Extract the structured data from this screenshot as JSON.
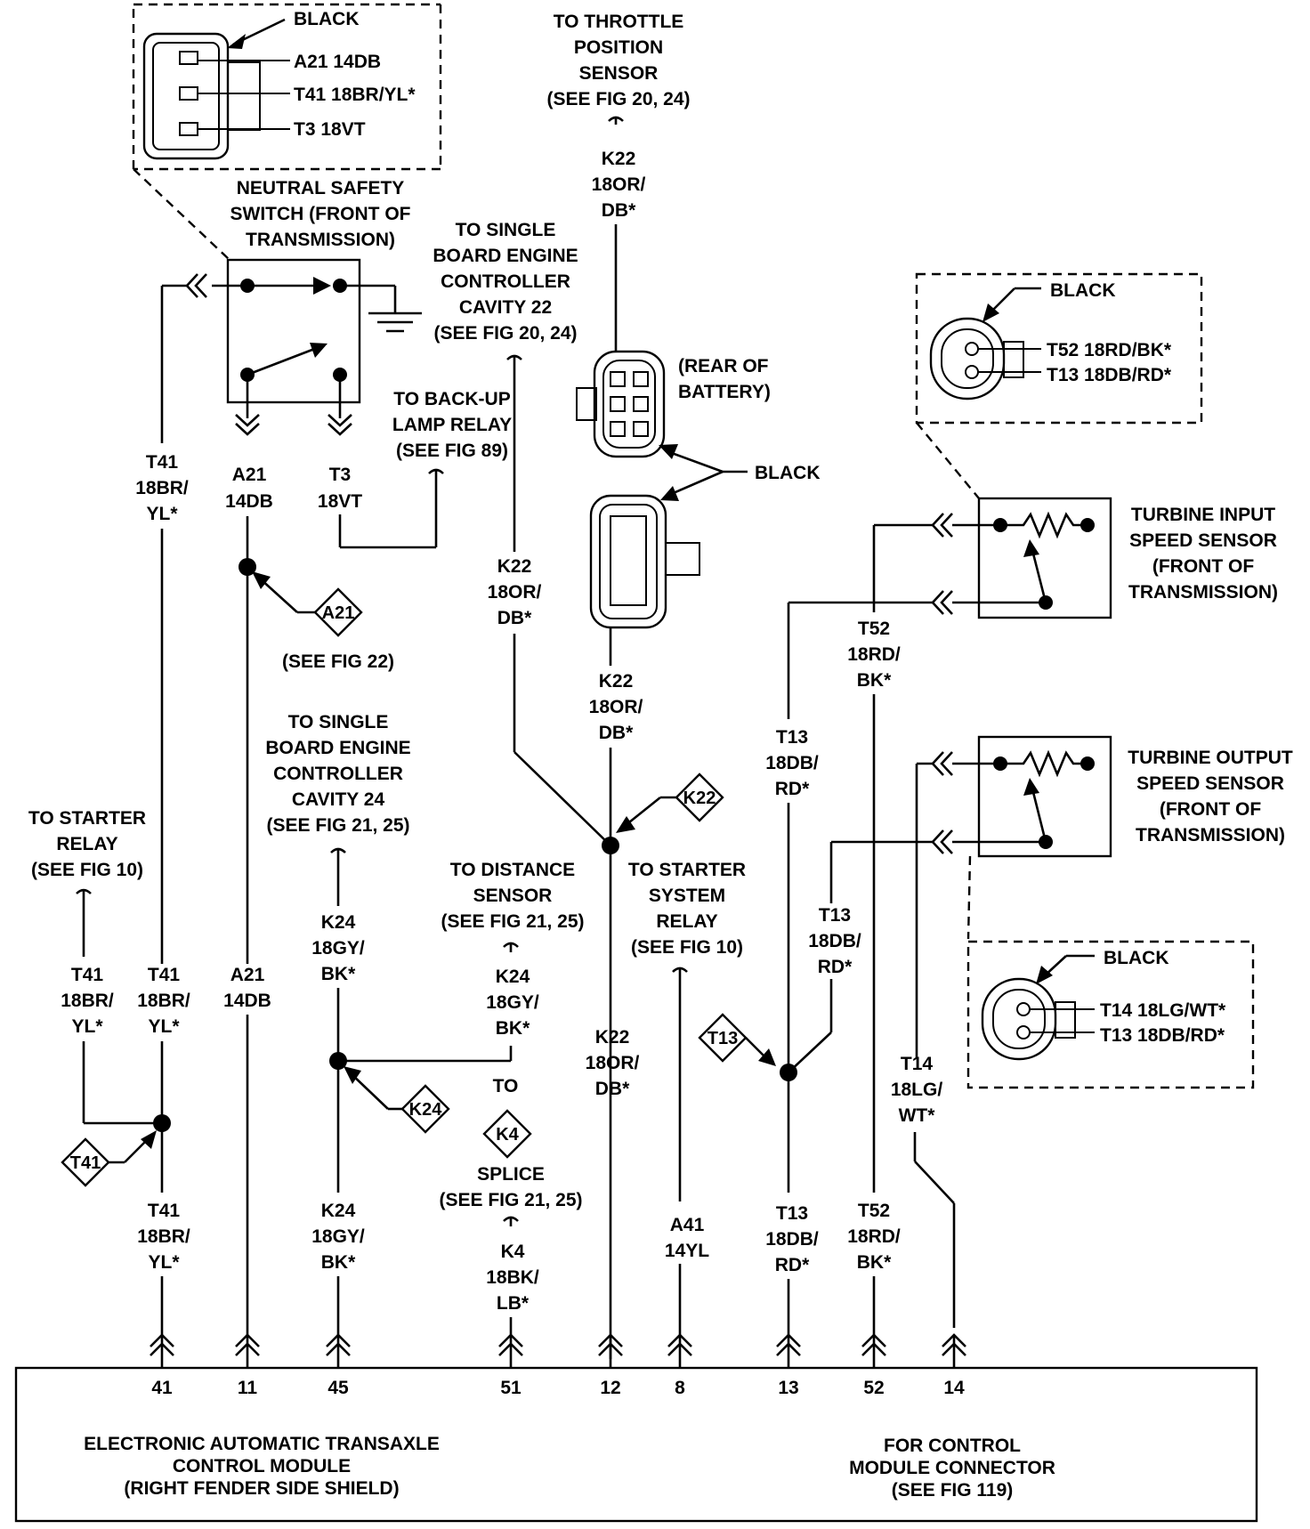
{
  "nss": {
    "color": "BLACK",
    "pins": [
      "A21 14DB",
      "T41 18BR/YL*",
      "T3 18VT"
    ],
    "title": [
      "NEUTRAL SAFETY",
      "SWITCH (FRONT OF",
      "TRANSMISSION)"
    ]
  },
  "tps": [
    "TO THROTTLE",
    "POSITION",
    "SENSOR",
    "(SEE FIG 20, 24)"
  ],
  "k22_top": [
    "K22",
    "18OR/",
    "DB*"
  ],
  "sbec22": [
    "TO SINGLE",
    "BOARD ENGINE",
    "CONTROLLER",
    "CAVITY 22",
    "(SEE FIG 20, 24)"
  ],
  "battery": [
    "(REAR OF",
    "BATTERY)"
  ],
  "black_label": "BLACK",
  "backup": [
    "TO BACK-UP",
    "LAMP RELAY",
    "(SEE FIG 89)"
  ],
  "t41_a": [
    "T41",
    "18BR/",
    "YL*"
  ],
  "a21_a": [
    "A21",
    "14DB"
  ],
  "t3": [
    "T3",
    "18VT"
  ],
  "a21_diamond": "A21",
  "see_fig22": "(SEE FIG 22)",
  "k22_mid": [
    "K22",
    "18OR/",
    "DB*"
  ],
  "k22_mid2": [
    "K22",
    "18OR/",
    "DB*"
  ],
  "tiss": {
    "color": "BLACK",
    "pins": [
      "T52 18RD/BK*",
      "T13 18DB/RD*"
    ],
    "title": [
      "TURBINE INPUT",
      "SPEED SENSOR",
      "(FRONT OF",
      "TRANSMISSION)"
    ]
  },
  "t52_a": [
    "T52",
    "18RD/",
    "BK*"
  ],
  "t13_a": [
    "T13",
    "18DB/",
    "RD*"
  ],
  "toss": {
    "title": [
      "TURBINE OUTPUT",
      "SPEED SENSOR",
      "(FRONT OF",
      "TRANSMISSION)"
    ]
  },
  "toss_conn": {
    "color": "BLACK",
    "pins": [
      "T14 18LG/WT*",
      "T13 18DB/RD*"
    ]
  },
  "sbec24": [
    "TO SINGLE",
    "BOARD ENGINE",
    "CONTROLLER",
    "CAVITY 24",
    "(SEE FIG 21, 25)"
  ],
  "starter_relay": [
    "TO STARTER",
    "RELAY",
    "(SEE FIG 10)"
  ],
  "distance": [
    "TO DISTANCE",
    "SENSOR",
    "(SEE FIG 21, 25)"
  ],
  "starter_sys": [
    "TO STARTER",
    "SYSTEM",
    "RELAY",
    "(SEE FIG 10)"
  ],
  "k22_diamond": "K22",
  "t13_b": [
    "T13",
    "18DB/",
    "RD*"
  ],
  "t41_b": [
    "T41",
    "18BR/",
    "YL*"
  ],
  "t41_c": [
    "T41",
    "18BR/",
    "YL*"
  ],
  "a21_b": [
    "A21",
    "14DB"
  ],
  "k24_a": [
    "K24",
    "18GY/",
    "BK*"
  ],
  "k24_b": [
    "K24",
    "18GY/",
    "BK*"
  ],
  "k22_low": [
    "K22",
    "18OR/",
    "DB*"
  ],
  "t13_diamond": "T13",
  "t14": [
    "T14",
    "18LG/",
    "WT*"
  ],
  "to_k4": "TO",
  "k4_diamond": "K4",
  "splice": [
    "SPLICE",
    "(SEE FIG 21, 25)"
  ],
  "k24_diamond": "K24",
  "t41_diamond": "T41",
  "t41_d": [
    "T41",
    "18BR/",
    "YL*"
  ],
  "k24_c": [
    "K24",
    "18GY/",
    "BK*"
  ],
  "k4": [
    "K4",
    "18BK/",
    "LB*"
  ],
  "a41": [
    "A41",
    "14YL"
  ],
  "t13_c": [
    "T13",
    "18DB/",
    "RD*"
  ],
  "t52_b": [
    "T52",
    "18RD/",
    "BK*"
  ],
  "pins": [
    "41",
    "11",
    "45",
    "51",
    "12",
    "8",
    "13",
    "52",
    "14"
  ],
  "module": [
    "ELECTRONIC AUTOMATIC TRANSAXLE",
    "CONTROL MODULE",
    "(RIGHT FENDER SIDE SHIELD)"
  ],
  "connector": [
    "FOR CONTROL",
    "MODULE CONNECTOR",
    "(SEE FIG 119)"
  ]
}
